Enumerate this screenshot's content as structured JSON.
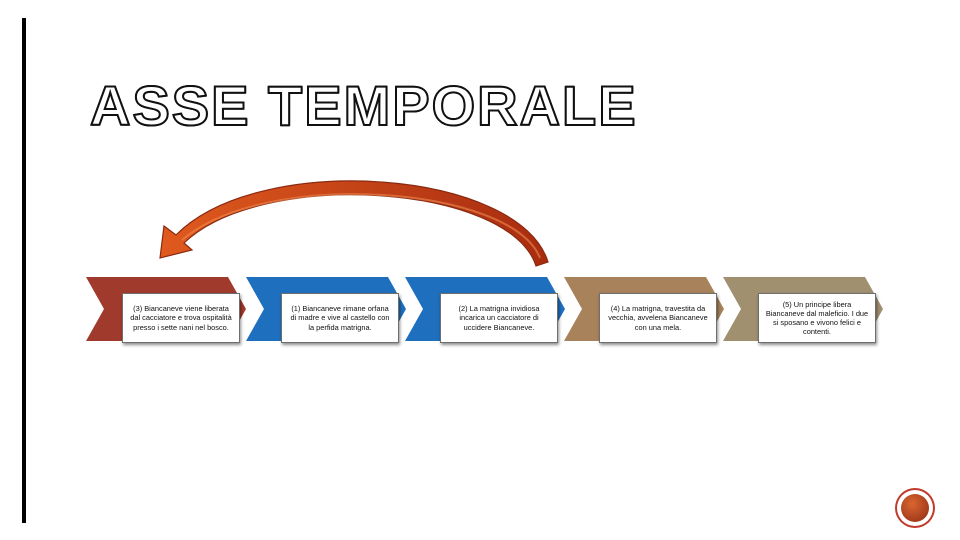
{
  "title": "ASSE TEMPORALE",
  "steps": [
    {
      "text": "(3) Biancaneve viene liberata dal cacciatore e trova ospitalità presso i sette nani nel bosco.",
      "color": "#a03a2c"
    },
    {
      "text": "(1) Biancaneve rimane orfana di madre e vive al castello con la perfida matrigna.",
      "color": "#1f6fbf"
    },
    {
      "text": "(2) La matrigna invidiosa incarica un cacciatore di uccidere Biancaneve.",
      "color": "#1f6fbf"
    },
    {
      "text": "(4) La matrigna, travestita da vecchia, avvelena Biancaneve con una mela.",
      "color": "#a8825a"
    },
    {
      "text": "(5) Un principe libera Biancaneve dal maleficio. I due si sposano e vivono felici e contenti.",
      "color": "#a09070"
    }
  ],
  "arrow_color": "#d04a1c",
  "emblem_color": "#c0392b"
}
